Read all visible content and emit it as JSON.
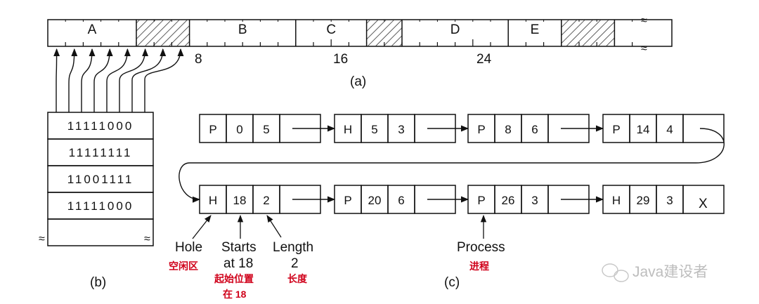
{
  "memory": {
    "segments": [
      {
        "label": "A",
        "hole": false
      },
      {
        "label": "",
        "hole": true
      },
      {
        "label": "B",
        "hole": false
      },
      {
        "label": "C",
        "hole": false
      },
      {
        "label": "",
        "hole": true
      },
      {
        "label": "D",
        "hole": false
      },
      {
        "label": "E",
        "hole": false
      },
      {
        "label": "",
        "hole": true
      },
      {
        "label": "",
        "hole": false
      }
    ],
    "tick_labels": [
      "8",
      "16",
      "24"
    ],
    "caption": "(a)"
  },
  "bitmap": {
    "rows": [
      "11111000",
      "11111111",
      "11001111",
      "11111000",
      ""
    ],
    "caption": "(b)"
  },
  "list": {
    "row1": [
      {
        "type": "P",
        "start": "0",
        "length": "5"
      },
      {
        "type": "H",
        "start": "5",
        "length": "3"
      },
      {
        "type": "P",
        "start": "8",
        "length": "6"
      },
      {
        "type": "P",
        "start": "14",
        "length": "4"
      }
    ],
    "row2": [
      {
        "type": "H",
        "start": "18",
        "length": "2"
      },
      {
        "type": "P",
        "start": "20",
        "length": "6"
      },
      {
        "type": "P",
        "start": "26",
        "length": "3"
      },
      {
        "type": "H",
        "start": "29",
        "length": "3"
      }
    ],
    "end_mark": "X",
    "caption": "(c)",
    "annotations": {
      "hole": "Hole",
      "hole_cn": "空闲区",
      "starts": "Starts",
      "starts_at": "at 18",
      "starts_cn1": "起始位置",
      "starts_cn2": "在 18",
      "length": "Length",
      "length_val": "2",
      "length_cn": "长度",
      "process": "Process",
      "process_cn": "进程"
    }
  },
  "watermark": "Java建设者",
  "colors": {
    "annotation_red": "#d0021b",
    "hatch": "#333333"
  }
}
